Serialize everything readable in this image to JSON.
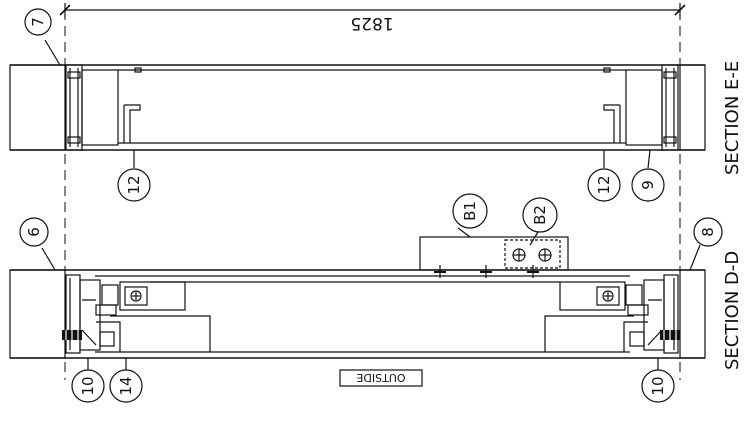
{
  "dimension": {
    "value": "1825"
  },
  "sections": {
    "upper": {
      "title": "SECTION E-E"
    },
    "lower": {
      "title": "SECTION D-D"
    }
  },
  "note": {
    "outside": "OUTSIDE"
  },
  "callouts": {
    "c7": "7",
    "c12_left": "12",
    "c12_right": "12",
    "c9": "9",
    "c6": "6",
    "c8": "8",
    "c10_left": "10",
    "c14": "14",
    "c10_right": "10",
    "b1": "B1",
    "b2": "B2"
  },
  "colors": {
    "line": "#111111",
    "background": "#ffffff"
  }
}
